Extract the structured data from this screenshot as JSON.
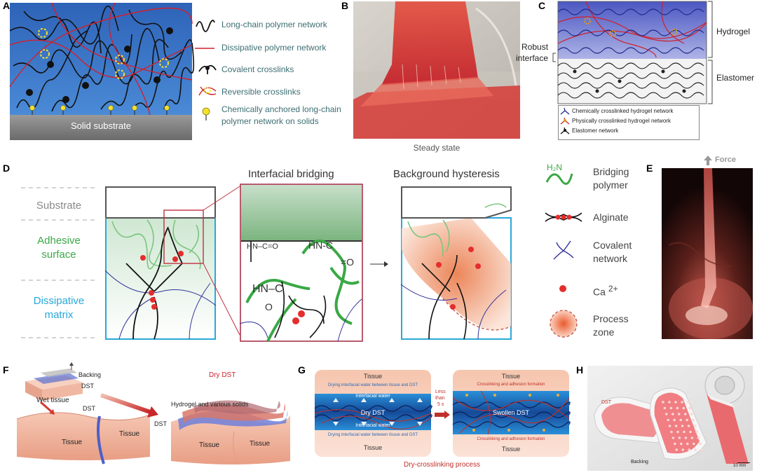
{
  "panels": [
    "A",
    "B",
    "C",
    "D",
    "E",
    "F",
    "G",
    "H"
  ],
  "panel_a": {
    "substrate_label": "Solid substrate",
    "legend": [
      {
        "icon": "long-chain-polymer-icon",
        "label": "Long-chain polymer network"
      },
      {
        "icon": "dissipative-network-icon",
        "label": "Dissipative polymer network"
      },
      {
        "icon": "covalent-crosslink-icon",
        "label": "Covalent crosslinks"
      },
      {
        "icon": "reversible-crosslink-icon",
        "label": "Reversible crosslinks"
      },
      {
        "icon": "anchor-icon",
        "label_line1": "Chemically anchored long-chain",
        "label_line2": "polymer network on solids"
      }
    ],
    "colors": {
      "background": "#3a78c8",
      "substrate": "#7b7b7b",
      "dissipative": "#d0212d",
      "crosslink_reversible": "#f2e12d"
    }
  },
  "panel_b": {
    "caption": "Steady state"
  },
  "panel_c": {
    "left_label_line1": "Robust",
    "left_label_line2": "interface",
    "bracket_top": "Hydrogel",
    "bracket_bottom": "Elastomer",
    "legend": [
      "Chemically crosslinked hydrogel network",
      "Physically crosslinked hydrogel network",
      "Elastomer network"
    ]
  },
  "panel_d": {
    "left_labels": {
      "substrate": "Substrate",
      "adhesive_1": "Adhesive",
      "adhesive_2": "surface",
      "dissipative_1": "Dissipative",
      "dissipative_2": "matrix"
    },
    "heading_bridging": "Interfacial bridging",
    "heading_hysteresis": "Background hysteresis",
    "chem_labels": [
      "HN–C=O",
      "HN-C",
      "=O",
      "HN–C",
      "O"
    ],
    "legend": [
      {
        "icon": "bridging-polymer-icon",
        "tag": "H₂N",
        "label_line1": "Bridging",
        "label_line2": "polymer"
      },
      {
        "icon": "alginate-icon",
        "label_line1": "Alginate"
      },
      {
        "icon": "covalent-network-icon",
        "label_line1": "Covalent",
        "label_line2": "network"
      },
      {
        "icon": "calcium-ion-icon",
        "label_line1": "Ca",
        "sup": "2+"
      },
      {
        "icon": "process-zone-icon",
        "label_line1": "Process",
        "label_line2": "zone"
      }
    ],
    "colors": {
      "green": "#3aa845",
      "cyan": "#29a8d8",
      "red": "#d42b2b"
    }
  },
  "panel_e": {
    "force_label": "Force"
  },
  "panel_f": {
    "title": "Dry DST",
    "backing": "Backing",
    "dst": "DST",
    "wet_tissue": "Wet tissue",
    "dst_lower": "DST",
    "tissue_left": "Tissue",
    "tissue_right_1": "Tissue",
    "hydrogel_solids": "Hydrogel and various solids",
    "dst_right": "DST",
    "tissue_right_a": "Tissue",
    "tissue_right_b": "Tissue"
  },
  "panel_g": {
    "left_top": "Tissue",
    "left_drying_top": "Drying interfacial water between tissue and DST",
    "left_water_top": "Interfacial water",
    "left_center": "Dry DST",
    "left_water_bottom": "Interfacial water",
    "left_drying_bottom": "Drying interfacial water between tissue and DST",
    "left_bottom": "Tissue",
    "arrow_1": "Less",
    "arrow_2": "than",
    "arrow_3": "5 s",
    "right_top": "Tissue",
    "right_cross_top": "Crosslinking and adhesion formation",
    "right_center": "Swollen DST",
    "right_cross_bottom": "Crosslinking and adhesion formation",
    "right_bottom": "Tissue",
    "caption": "Dry-crosslinking process"
  },
  "panel_h": {
    "dst": "DST",
    "backing": "Backing",
    "scale": "10 mm"
  }
}
